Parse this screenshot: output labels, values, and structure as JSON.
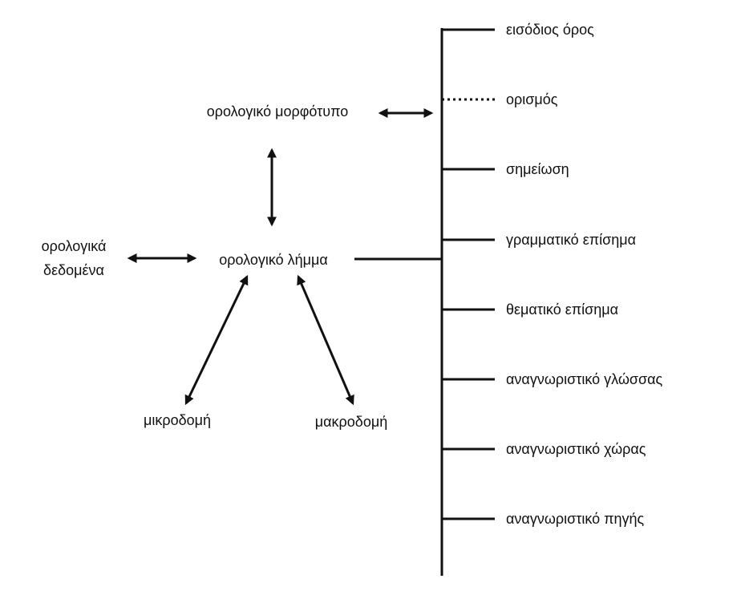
{
  "center": {
    "template": "ορολογικό μορφότυπο",
    "entry": "ορολογικό λήμμα",
    "data_line1": "ορολογικά",
    "data_line2": "δεδομένα",
    "micro": "μικροδομή",
    "macro": "μακροδομή"
  },
  "branches": [
    {
      "label": "εισόδιος όρος",
      "style": "solid"
    },
    {
      "label": "ορισμός",
      "style": "dotted"
    },
    {
      "label": "σημείωση",
      "style": "solid"
    },
    {
      "label": "γραμματικό επίσημα",
      "style": "solid"
    },
    {
      "label": "θεματικό επίσημα",
      "style": "solid"
    },
    {
      "label": "αναγνωριστικό γλώσσας",
      "style": "solid"
    },
    {
      "label": "αναγνωριστικό χώρας",
      "style": "solid"
    },
    {
      "label": "αναγνωριστικό πηγής",
      "style": "solid"
    }
  ]
}
